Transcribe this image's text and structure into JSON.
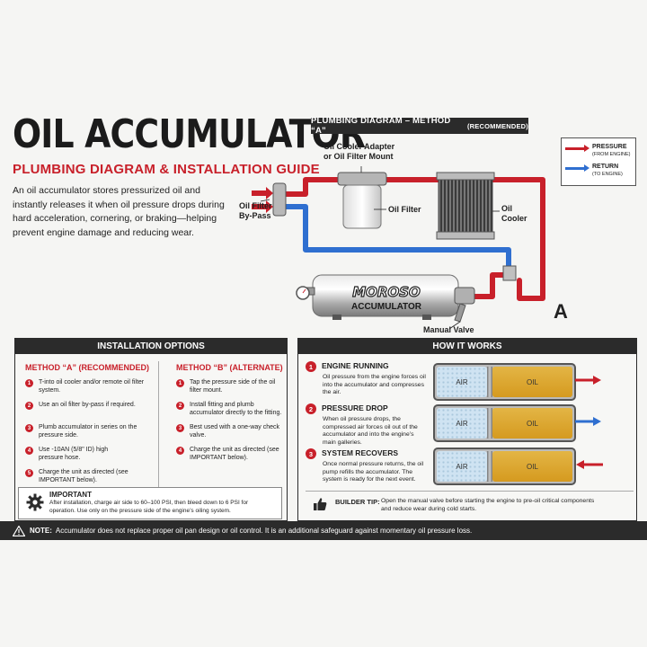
{
  "header": {
    "title": "OIL ACCUMULATOR",
    "subtitle": "PLUMBING DIAGRAM & INSTALLATION GUIDE",
    "intro": "An oil accumulator stores pressurized oil and instantly releases it when oil pressure drops during hard acceleration, cornering, or braking—helping prevent engine damage and reducing wear."
  },
  "diagram": {
    "banner": "PLUMBING DIAGRAM – METHOD “A”",
    "banner_small": "(RECOMMENDED)",
    "legend": {
      "pressure": "PRESSURE",
      "pressure_sub": "(FROM ENGINE)",
      "return": "RETURN",
      "return_sub": "(TO ENGINE)",
      "pressure_color": "#c8202a",
      "return_color": "#2f6fd0"
    },
    "labels": {
      "cooler_adapter_1": "Oil Cooler Adapter",
      "cooler_adapter_2": "or Oil Filter Mount",
      "oil_filter": "Oil Filter",
      "oil_cooler_1": "Oil",
      "oil_cooler_2": "Cooler",
      "bypass_1": "Oil Filter",
      "bypass_2": "By-Pass",
      "manual_valve": "Manual Valve",
      "point_a": "A",
      "brand": "MOROSO",
      "accumulator": "ACCUMULATOR"
    }
  },
  "install": {
    "heading": "INSTALLATION OPTIONS",
    "method_a": {
      "title": "METHOD “A” (RECOMMENDED)",
      "steps": [
        "T-into oil cooler and/or remote oil filter system.",
        "Use an oil filter by-pass if required.",
        "Plumb accumulator in series on the pressure side.",
        "Use -10AN (5/8\" ID) high pressure hose.",
        "Charge the unit as directed (see IMPORTANT below)."
      ]
    },
    "method_b": {
      "title": "METHOD “B” (ALTERNATE)",
      "steps": [
        "Tap the pressure side of the oil filter mount.",
        "Install fitting and plumb accumulator directly to the fitting.",
        "Best used with a one-way check valve.",
        "Charge the unit as directed (see IMPORTANT below)."
      ]
    },
    "important_title": "IMPORTANT",
    "important_text": "After installation, charge air side to 60–100 PSI, then bleed down to 6 PSI for operation. Use only on the pressure side of the engine’s oiling system."
  },
  "how": {
    "heading": "HOW IT WORKS",
    "steps": [
      {
        "num": "1",
        "title": "ENGINE RUNNING",
        "text": "Oil pressure from the engine forces oil into the accumulator and compresses the air.",
        "air": "AIR",
        "oil": "OIL",
        "air_fraction": 0.38,
        "arrow_color": "#c8202a"
      },
      {
        "num": "2",
        "title": "PRESSURE DROP",
        "text": "When oil pressure drops, the compressed air forces oil out of the accumulator and into the engine’s main galleries.",
        "air": "AIR",
        "oil": "OIL",
        "air_fraction": 0.38,
        "arrow_color": "#2f6fd0"
      },
      {
        "num": "3",
        "title": "SYSTEM RECOVERS",
        "text": "Once normal pressure returns, the oil pump refills the accumulator. The system is ready for the next event.",
        "air": "AIR",
        "oil": "OIL",
        "air_fraction": 0.38,
        "arrow_color": "#c8202a"
      }
    ],
    "tip_title": "BUILDER TIP:",
    "tip_text": "Open the manual valve before starting the engine to pre-oil critical components and reduce wear during cold starts."
  },
  "footer": {
    "note_label": "NOTE:",
    "note_text": "Accumulator does not replace proper oil pan design or oil control. It is an additional safeguard against momentary oil pressure loss."
  }
}
